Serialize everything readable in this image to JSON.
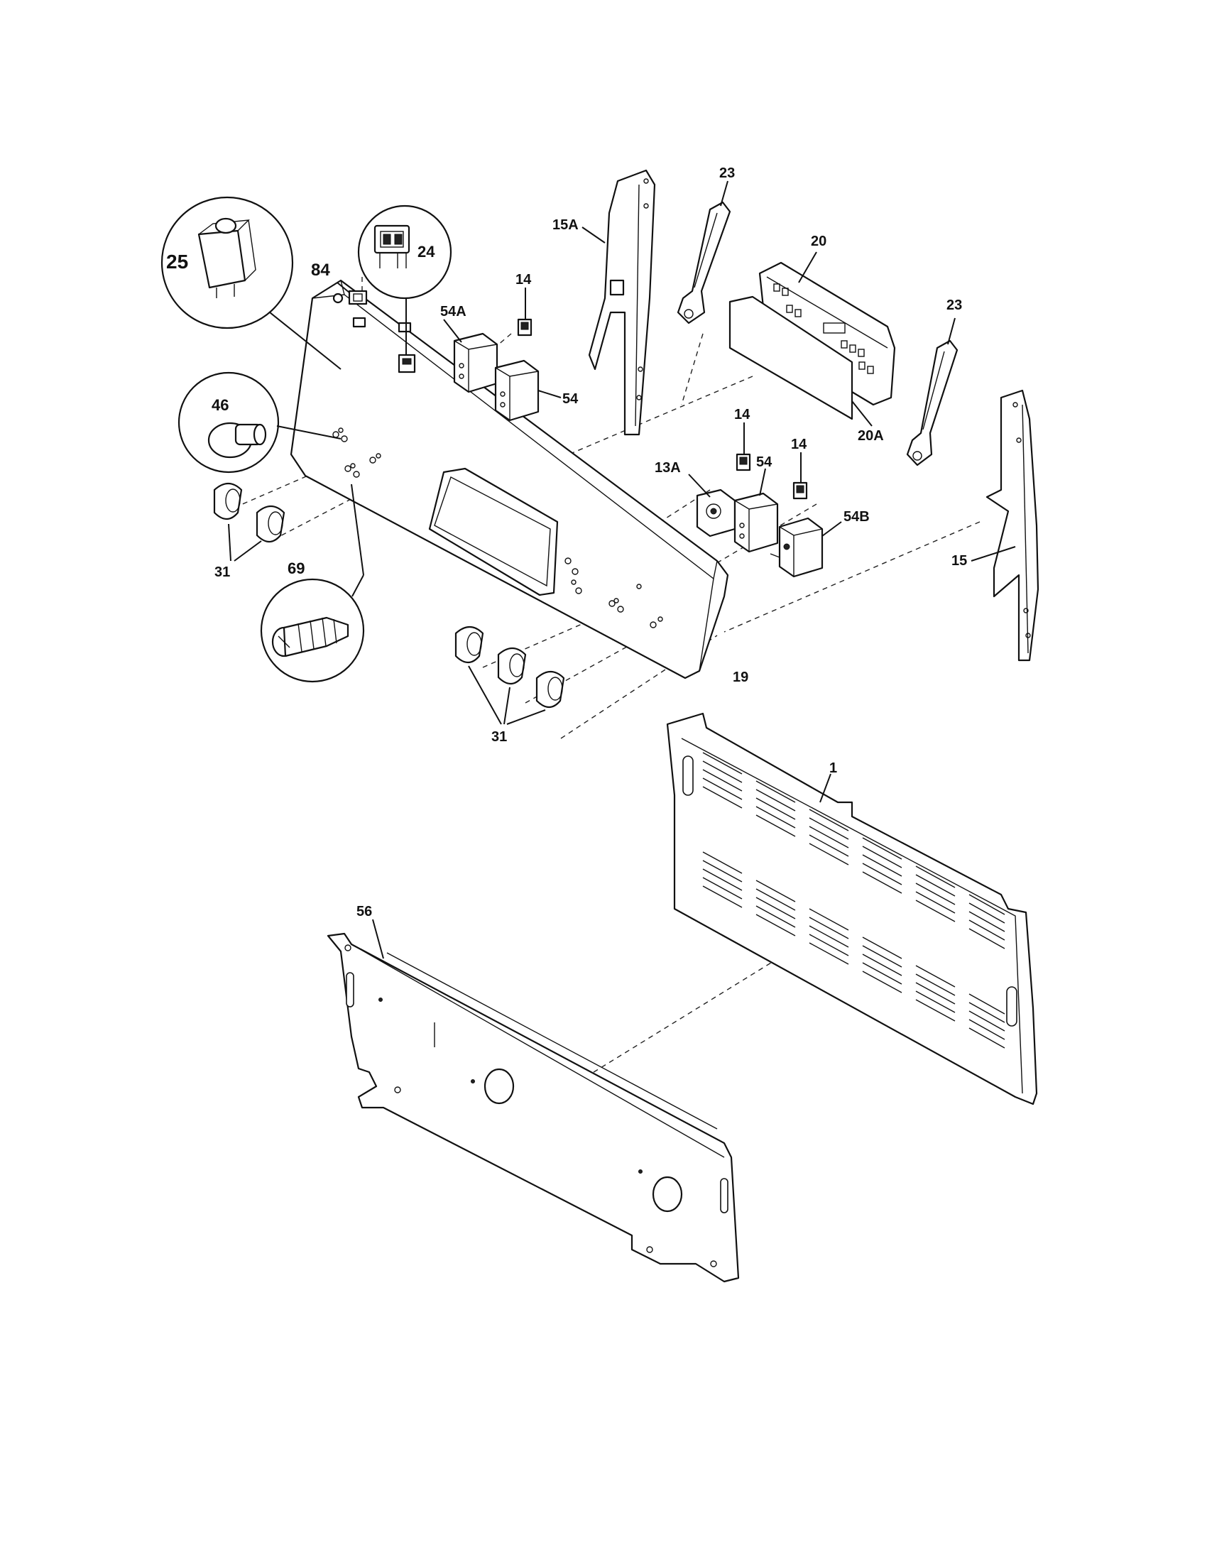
{
  "labels": {
    "l1": "1",
    "l13A": "13A",
    "l14a": "14",
    "l14b": "14",
    "l14c": "14",
    "l15": "15",
    "l15A": "15A",
    "l19": "19",
    "l20": "20",
    "l20A": "20A",
    "l23a": "23",
    "l23b": "23",
    "l24": "24",
    "l25": "25",
    "l31a": "31",
    "l31b": "31",
    "l46": "46",
    "l54a": "54",
    "l54b": "54",
    "l54A": "54A",
    "l54B": "54B",
    "l56": "56",
    "l69": "69",
    "l84": "84"
  }
}
